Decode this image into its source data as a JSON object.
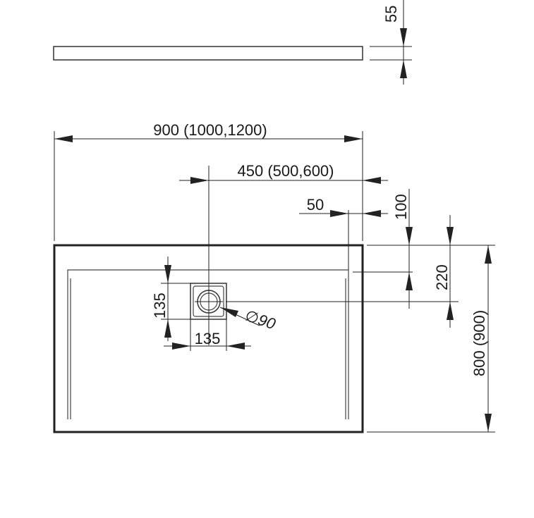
{
  "dimensions": {
    "thickness": "55",
    "overall_width": "900 (1000,1200)",
    "drain_offset_x": "450 (500,600)",
    "rim_offset_x": "50",
    "rim_offset_y": "100",
    "drain_offset_y": "220",
    "overall_depth": "800 (900)",
    "drain_box_height": "135",
    "drain_box_width": "135",
    "drain_diameter": "∅90"
  }
}
